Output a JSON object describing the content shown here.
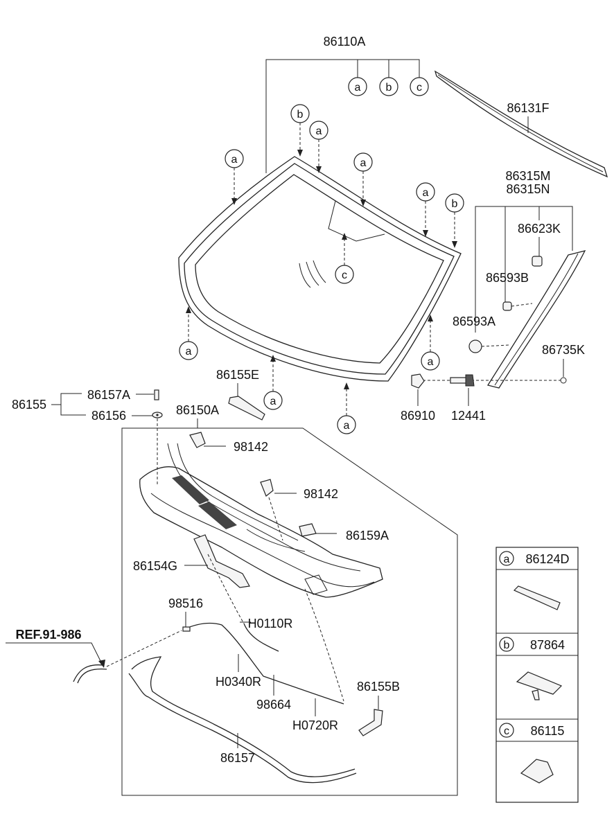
{
  "parts": {
    "p86110A": "86110A",
    "p86131F": "86131F",
    "p86315M": "86315M",
    "p86315N": "86315N",
    "p86623K": "86623K",
    "p86593B": "86593B",
    "p86593A": "86593A",
    "p86735K": "86735K",
    "p86910": "86910",
    "p12441": "12441",
    "p86155E": "86155E",
    "p86155": "86155",
    "p86157A": "86157A",
    "p86156": "86156",
    "p86150A": "86150A",
    "p98142a": "98142",
    "p98142b": "98142",
    "p86159A": "86159A",
    "p86154G": "86154G",
    "p98516": "98516",
    "p H0110R": "H0110R",
    "pH0110R": "H0110R",
    "pH0340R": "H0340R",
    "p98664": "98664",
    "pH0720R": "H0720R",
    "p86155B": "86155B",
    "p86157": "86157"
  },
  "reference": "REF.91-986",
  "callouts": {
    "a": "a",
    "b": "b",
    "c": "c"
  },
  "legend": [
    {
      "letter": "a",
      "part": "86124D"
    },
    {
      "letter": "b",
      "part": "87864"
    },
    {
      "letter": "c",
      "part": "86115"
    }
  ]
}
